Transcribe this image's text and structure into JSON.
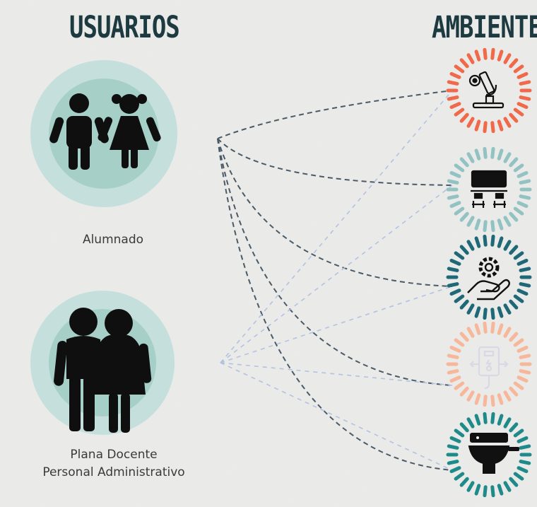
{
  "headers": {
    "users": "USUARIOS",
    "environments": "AMBIENTES"
  },
  "users": [
    {
      "id": "students",
      "label": "Alumnado"
    },
    {
      "id": "staff",
      "label_lines": [
        "Plana Docente",
        "Personal Administrativo"
      ]
    }
  ],
  "environments": [
    {
      "id": "laboratory",
      "icon": "microscope-icon",
      "ring_color": "#f0694a"
    },
    {
      "id": "computer-room",
      "icon": "computer-lab-icon",
      "ring_color": "#92c2c2"
    },
    {
      "id": "workshop",
      "icon": "hand-gear-icon",
      "ring_color": "#1f6877"
    },
    {
      "id": "electrical",
      "icon": "electric-panel-icon",
      "ring_color": "#f6b79a"
    },
    {
      "id": "restroom",
      "icon": "toilet-icon",
      "ring_color": "#1f8a8a"
    }
  ],
  "connections": [
    {
      "from": "students",
      "to": [
        "laboratory",
        "computer-room",
        "workshop",
        "electrical",
        "restroom"
      ]
    },
    {
      "from": "staff",
      "to": [
        "laboratory",
        "computer-room",
        "workshop",
        "electrical",
        "restroom"
      ]
    }
  ],
  "colors": {
    "heading": "#1e3a41",
    "user_circle_outer": "#c5e0dc",
    "user_circle_inner": "#a6cfc8",
    "figure": "#0f0f0f",
    "student_lines": "#4a5a66",
    "staff_lines": "#b3c2e2"
  }
}
